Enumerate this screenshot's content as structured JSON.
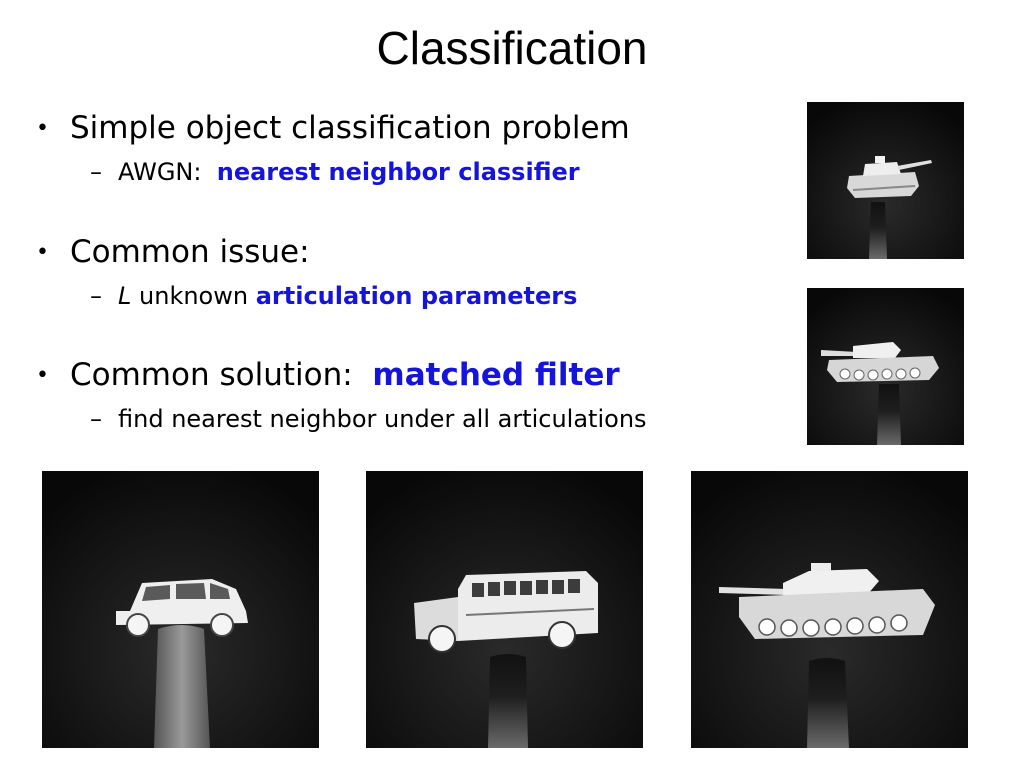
{
  "slide": {
    "title": "Classification",
    "bullet1": {
      "text": "Simple object classification problem",
      "sub_prefix": "AWGN:",
      "sub_highlight": "nearest neighbor classifier"
    },
    "bullet2": {
      "text": "Common issue:",
      "sub_var": "L",
      "sub_text": "unknown",
      "sub_highlight": "articulation parameters"
    },
    "bullet3": {
      "text": "Common solution:",
      "highlight": "matched filter",
      "sub_text": "find nearest neighbor under all articulations"
    },
    "bullet_glyph": "•",
    "dash_glyph": "–"
  },
  "images": [
    "tank-photo-top-view",
    "tank-photo-side-view",
    "suv-photo",
    "bus-photo",
    "tank-photo-large"
  ],
  "colors": {
    "highlight": "#1414dc",
    "photo_bg": "#0b0b0b"
  }
}
